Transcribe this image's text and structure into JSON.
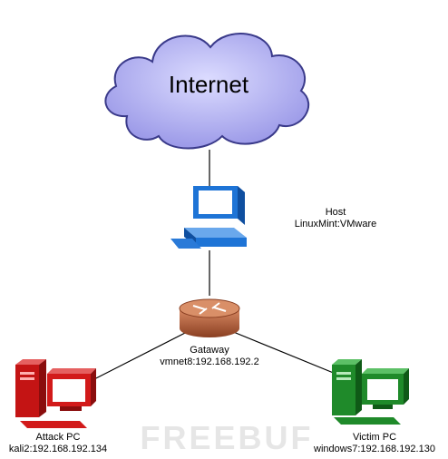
{
  "cloud": {
    "label": "Internet"
  },
  "host": {
    "title": "Host",
    "subtitle": "LinuxMint:VMware"
  },
  "gateway": {
    "title": "Gataway",
    "subtitle": "vmnet8:192.168.192.2"
  },
  "attacker": {
    "title": "Attack PC",
    "subtitle": "kali2:192.168.192.134"
  },
  "victim": {
    "title": "Victim PC",
    "subtitle": "windows7:192.168.192.130"
  },
  "watermark": "FREEBUF",
  "colors": {
    "cloud_fill": "#a9a8ef",
    "cloud_stroke": "#3a3a8a",
    "host": "#1e74d6",
    "router": "#b5603a",
    "attacker": "#d21a1a",
    "victim": "#1f8a2a",
    "link": "#000000"
  }
}
